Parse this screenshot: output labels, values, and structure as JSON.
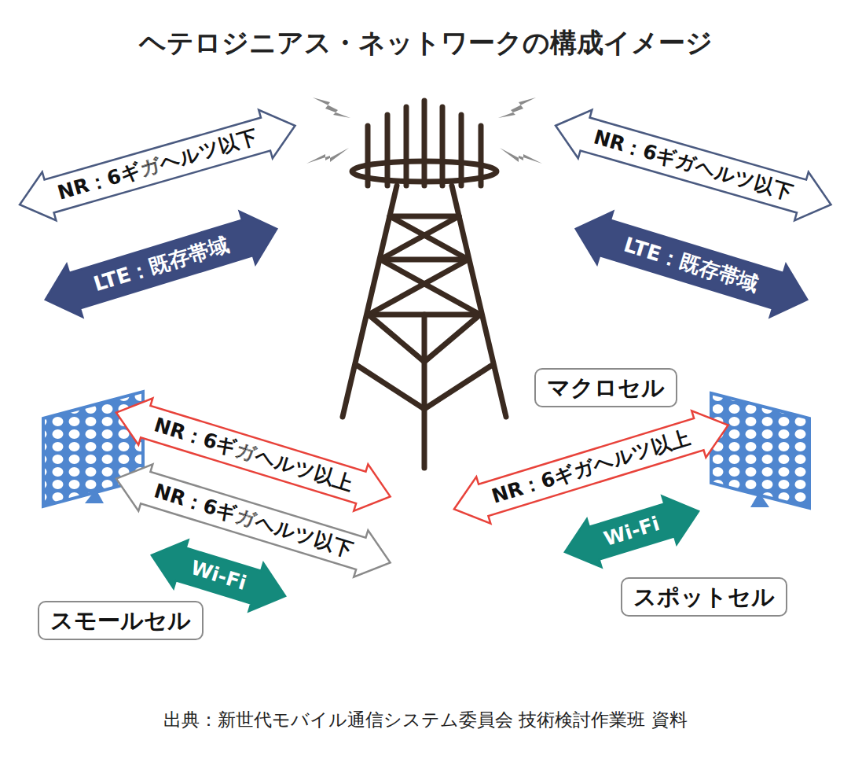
{
  "diagram": {
    "title": "ヘテロジニアス・ネットワークの構成イメージ",
    "caption": "出典：新世代モバイル通信システム委員会 技術検討作業班 資料",
    "nodes": [
      {
        "text": [
          "マクロセル"
        ]
      },
      {
        "text": [
          "スモールセル"
        ],
        "in": 0
      },
      {
        "text": [
          "スポットセル"
        ],
        "in": 0
      }
    ],
    "labels": [
      "NR：6ギガヘルツ以下",
      "LTE：既存帯域",
      "NR：6ギガヘルツ以下",
      "LTE：既存帯域",
      "NR：6ギガヘルツ以上",
      "NR：6ギガヘルツ以下",
      "Wi-Fi",
      "NR：6ギガヘルツ以上",
      "Wi-Fi"
    ]
  }
}
